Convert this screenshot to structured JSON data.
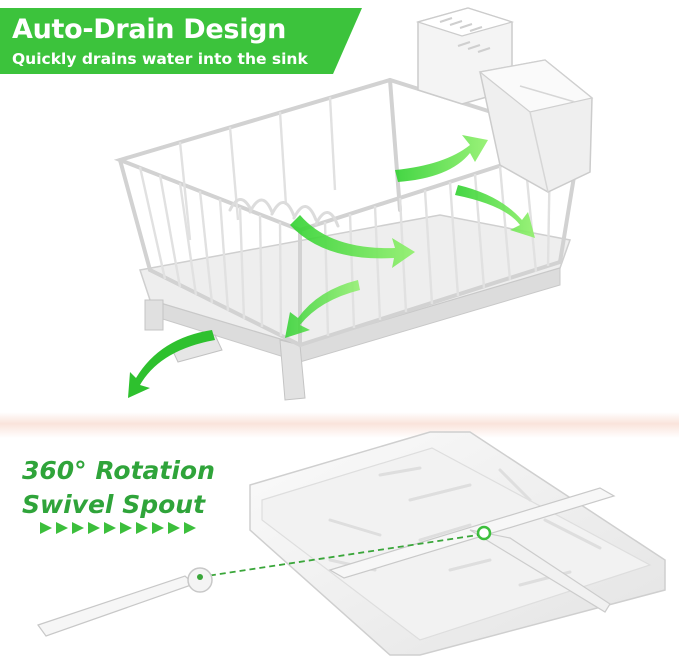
{
  "banner": {
    "title": "Auto-Drain Design",
    "subtitle": "Quickly drains water into the sink",
    "color": "#3cc33c"
  },
  "feature": {
    "line1": "360° Rotation",
    "line2": "Swivel Spout",
    "color": "#2fa43a"
  },
  "icons": {
    "drain_flow": "green-curved-arrow-icon",
    "spout_direction": "chevron-arrow-row-icon"
  }
}
